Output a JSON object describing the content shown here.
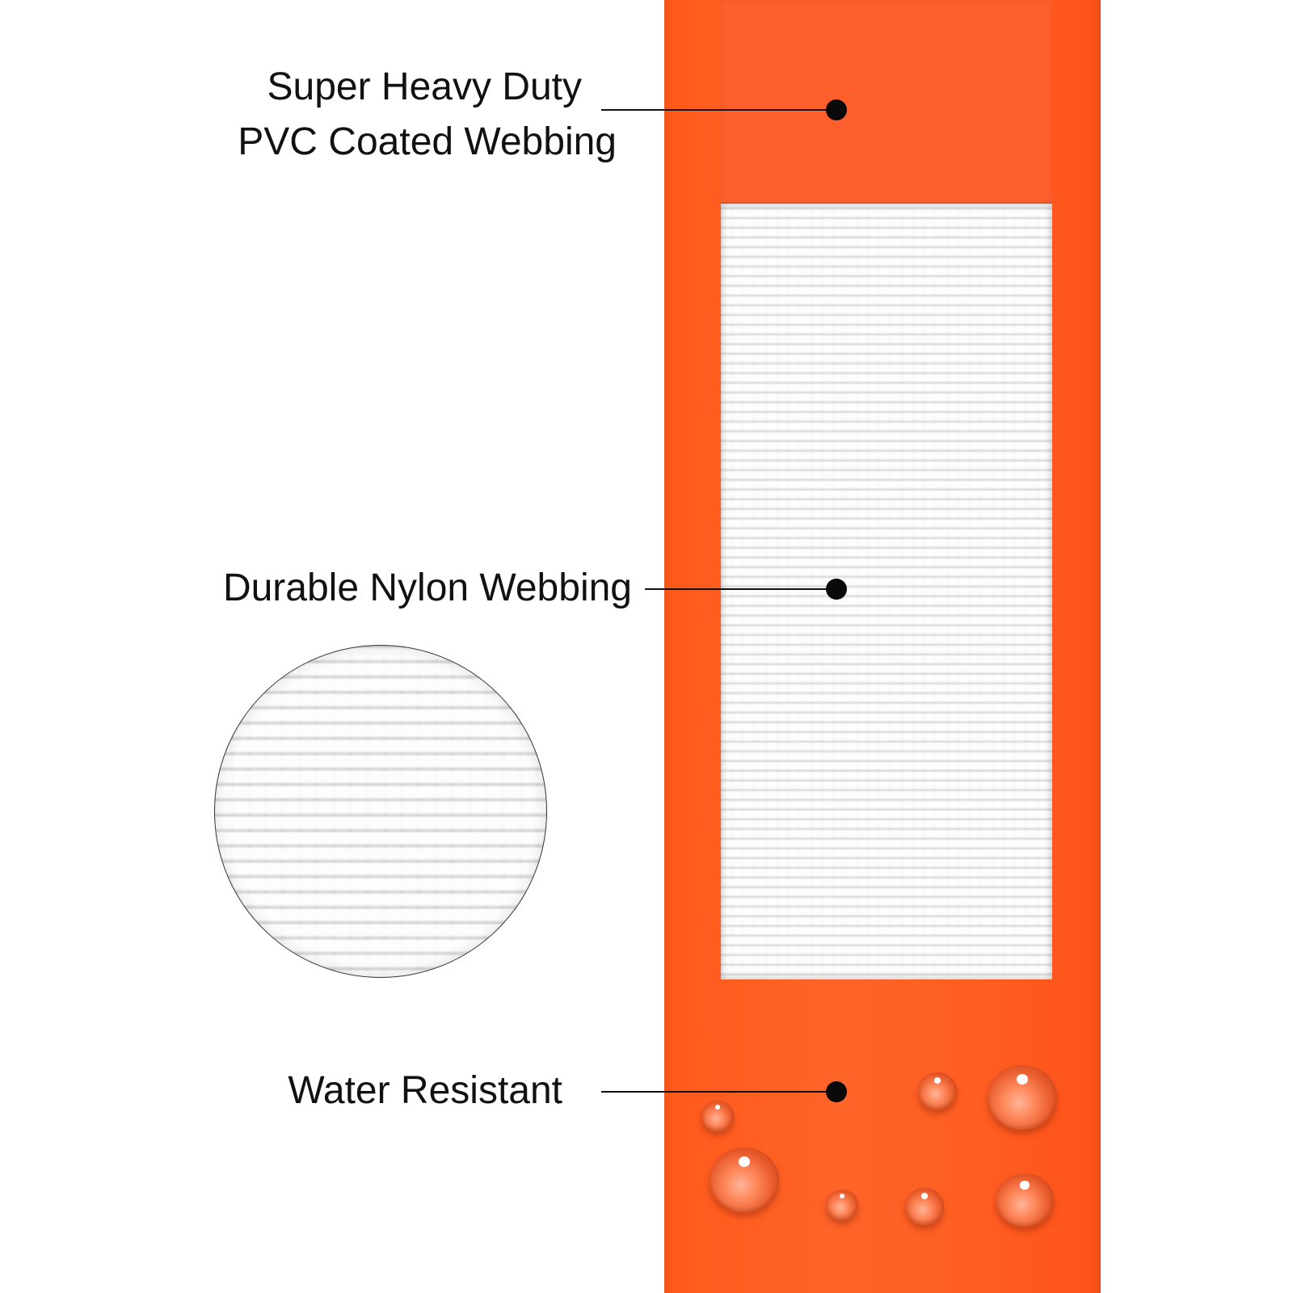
{
  "labels": {
    "pvc_line1": "Super Heavy Duty",
    "pvc_line2": "PVC Coated Webbing",
    "nylon": "Durable Nylon Webbing",
    "water": "Water Resistant"
  },
  "colors": {
    "strap_orange": "#ff5e22",
    "nylon_white": "#f1f1f1",
    "text": "#111111"
  }
}
